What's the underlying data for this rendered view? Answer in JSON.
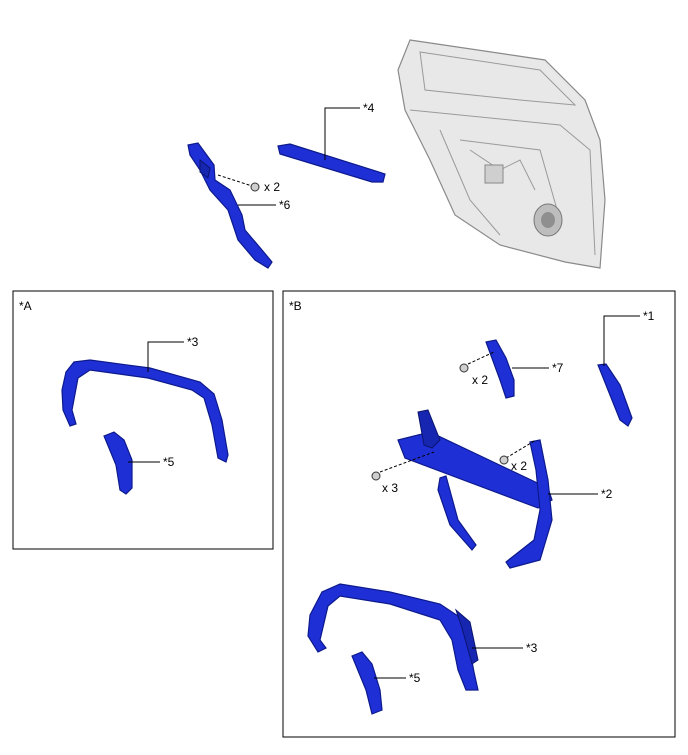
{
  "labels": {
    "part1": "*1",
    "part2": "*2",
    "part3_a": "*3",
    "part3_b": "*3",
    "part4": "*4",
    "part5_a": "*5",
    "part5_b": "*5",
    "part6": "*6",
    "part7": "*7"
  },
  "quantities": {
    "top_clip": "x 2",
    "b_part7": "x 2",
    "b_left": "x 3",
    "b_right": "x 2"
  },
  "panels": {
    "a": "*A",
    "b": "*B"
  },
  "colors": {
    "part_blue": "#1f2fd6",
    "door_gray": "#e8e8e8"
  }
}
